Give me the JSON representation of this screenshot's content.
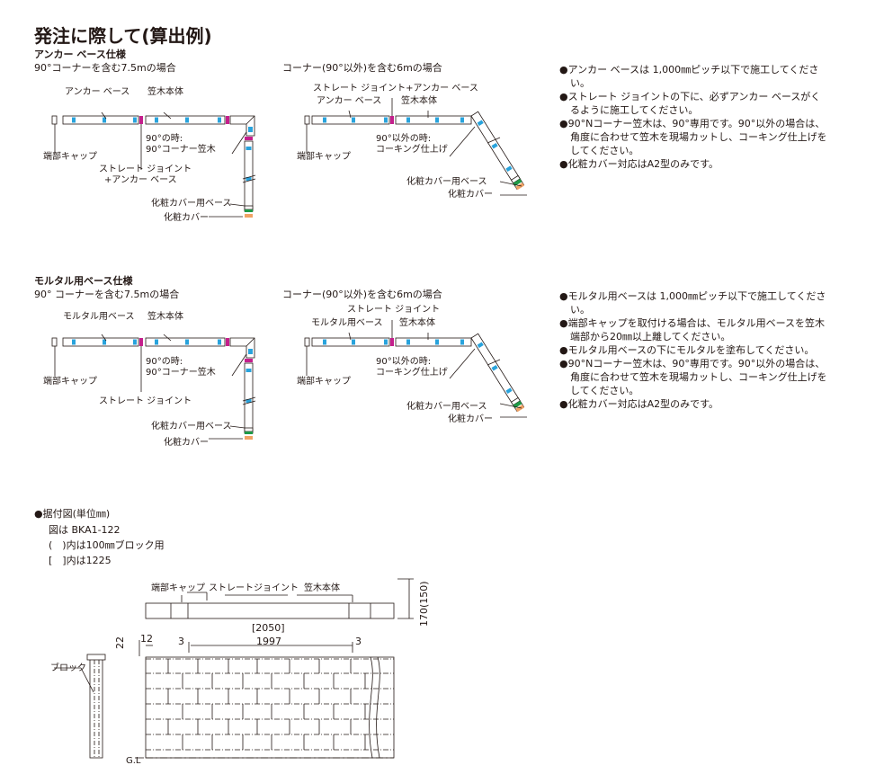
{
  "title": "発注に際して(算出例)",
  "section1": {
    "heading": "アンカー ベース仕様",
    "case_left": "90°コーナーを含む7.5mの場合",
    "case_right": "コーナー(90°以外)を含む6mの場合",
    "left_labels": {
      "base": "アンカー ベース",
      "body": "笠木本体",
      "end_cap": "端部キャップ",
      "corner": "90°の時:",
      "corner2": "90°コーナー笠木",
      "joint": "ストレート ジョイント",
      "joint2": "+アンカー ベース",
      "cover_base": "化粧カバー用ベース",
      "cover": "化粧カバー"
    },
    "right_labels": {
      "joint": "ストレート ジョイント+アンカー ベース",
      "base": "アンカー ベース",
      "body": "笠木本体",
      "end_cap": "端部キャップ",
      "corner": "90°以外の時:",
      "corner2": "コーキング仕上げ",
      "cover_base": "化粧カバー用ベース",
      "cover": "化粧カバー"
    },
    "notes": [
      "●アンカー ベースは 1,000㎜ピッチ以下で施工してください。",
      "●ストレート ジョイントの下に、必ずアンカー ベースがくるように施工してください。",
      "●90°Nコーナー笠木は、90°専用です。90°以外の場合は、角度に合わせて笠木を現場カットし、コーキング仕上げをしてください。",
      "●化粧カバー対応はA2型のみです。"
    ]
  },
  "section2": {
    "heading": "モルタル用ベース仕様",
    "case_left": "90° コーナーを含む7.5mの場合",
    "case_right": "コーナー(90°以外)を含む6mの場合",
    "left_labels": {
      "base": "モルタル用ベース",
      "body": "笠木本体",
      "end_cap": "端部キャップ",
      "corner": "90°の時:",
      "corner2": "90°コーナー笠木",
      "joint": "ストレート ジョイント",
      "cover_base": "化粧カバー用ベース",
      "cover": "化粧カバー"
    },
    "right_labels": {
      "joint": "ストレート ジョイント",
      "base": "モルタル用ベース",
      "body": "笠木本体",
      "end_cap": "端部キャップ",
      "corner": "90°以外の時:",
      "corner2": "コーキング仕上げ",
      "cover_base": "化粧カバー用ベース",
      "cover": "化粧カバー"
    },
    "notes": [
      "●モルタル用ベースは 1,000㎜ピッチ以下で施工してください。",
      "●端部キャップを取付ける場合は、モルタル用ベースを笠木端部から20㎜以上離してください。",
      "●モルタル用ベースの下にモルタルを塗布してください。",
      "●90°Nコーナー笠木は、90°専用です。90°以外の場合は、角度に合わせて笠木を現場カットし、コーキング仕上げをしてください。",
      "●化粧カバー対応はA2型のみです。"
    ]
  },
  "install": {
    "heading": "●据付図(単位㎜)",
    "fig": "図は BKA1-122",
    "note1": "(　)内は100㎜ブロック用",
    "note2": "[　]内は1225",
    "end_cap": "端部キャップ",
    "joint": "ストレートジョイント",
    "body": "笠木本体",
    "height": "170(150)",
    "d_2050": "[2050]",
    "d_1997": "1997",
    "d_3a": "3",
    "d_3b": "3",
    "d_12": "12",
    "d_22": "22",
    "block": "ブロック",
    "gl": "G.L"
  },
  "colors": {
    "blue": "#29a3dc",
    "magenta": "#c41f8c",
    "green": "#1e9a47",
    "orange": "#f0a265",
    "line": "#231815"
  }
}
